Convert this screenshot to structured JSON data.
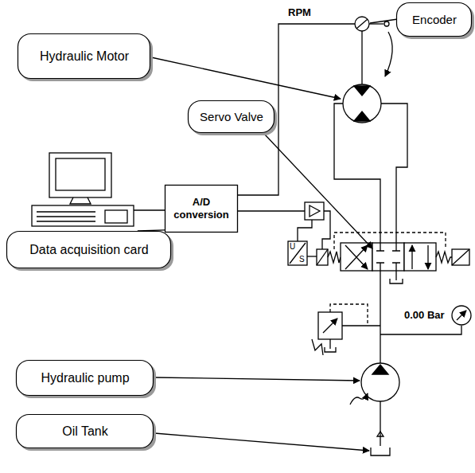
{
  "diagram": {
    "nodes": [
      {
        "text": [
          "Encoder"
        ]
      },
      {
        "text": [
          "Hydraulic Motor"
        ]
      },
      {
        "text": [
          "Servo Valve"
        ]
      },
      {
        "text": [
          "A/D conversion"
        ]
      },
      {
        "text": [
          "Data acquisition card"
        ]
      },
      {
        "text": [
          "Hydraulic pump"
        ]
      },
      {
        "text": [
          "Oil Tank"
        ]
      }
    ],
    "edges": [
      {
        "from": 4,
        "to": 3,
        "arrow": "none"
      }
    ],
    "labels": [
      "RPM",
      "0.00 Bar",
      "U",
      "S"
    ]
  }
}
